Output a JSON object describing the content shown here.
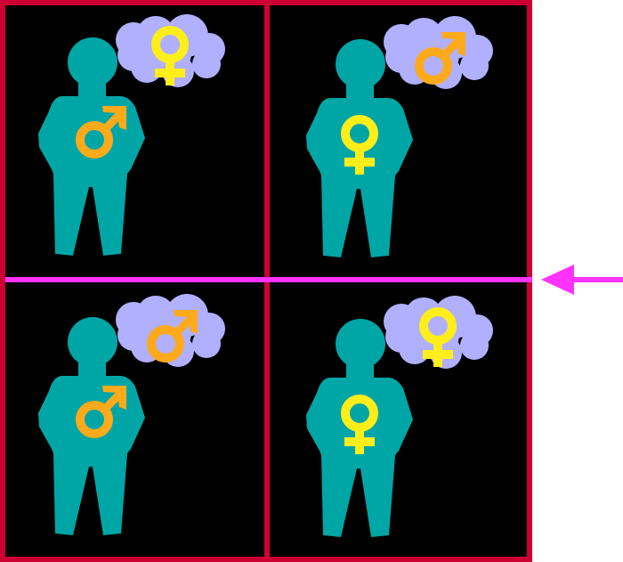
{
  "colors": {
    "frame": "#cc0033",
    "divider_highlight": "#ff33ff",
    "background": "#000000",
    "figure": "#00a6a6",
    "cloud": "#b0b0ff",
    "male": "#ffaa1a",
    "female": "#ffee1a"
  },
  "panels": [
    {
      "body_symbol": "male-symbol",
      "thought_symbol": "female-symbol"
    },
    {
      "body_symbol": "female-symbol",
      "thought_symbol": "male-symbol"
    },
    {
      "body_symbol": "male-symbol",
      "thought_symbol": "male-symbol"
    },
    {
      "body_symbol": "female-symbol",
      "thought_symbol": "female-symbol"
    }
  ],
  "indicator": {
    "icon": "arrow-left-icon",
    "points_to": "horizontal-divider"
  }
}
